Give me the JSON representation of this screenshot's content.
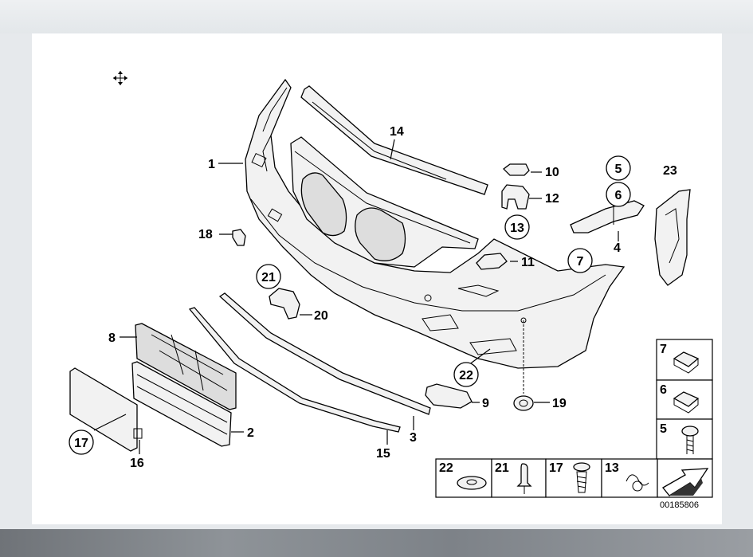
{
  "diagram": {
    "doc_number": "00185806",
    "callouts": {
      "c1": "1",
      "c2": "2",
      "c3": "3",
      "c4": "4",
      "c5": "5",
      "c6": "6",
      "c7": "7",
      "c8": "8",
      "c9": "9",
      "c10": "10",
      "c11": "11",
      "c12": "12",
      "c13": "13",
      "c14": "14",
      "c15": "15",
      "c16": "16",
      "c17": "17",
      "c18": "18",
      "c19": "19",
      "c20": "20",
      "c21": "21",
      "c22": "22",
      "c23": "23"
    },
    "legend": {
      "cells": [
        "7",
        "6",
        "5",
        "22",
        "21",
        "17",
        "13"
      ]
    }
  },
  "ui": {
    "move_icon": "move-icon"
  }
}
